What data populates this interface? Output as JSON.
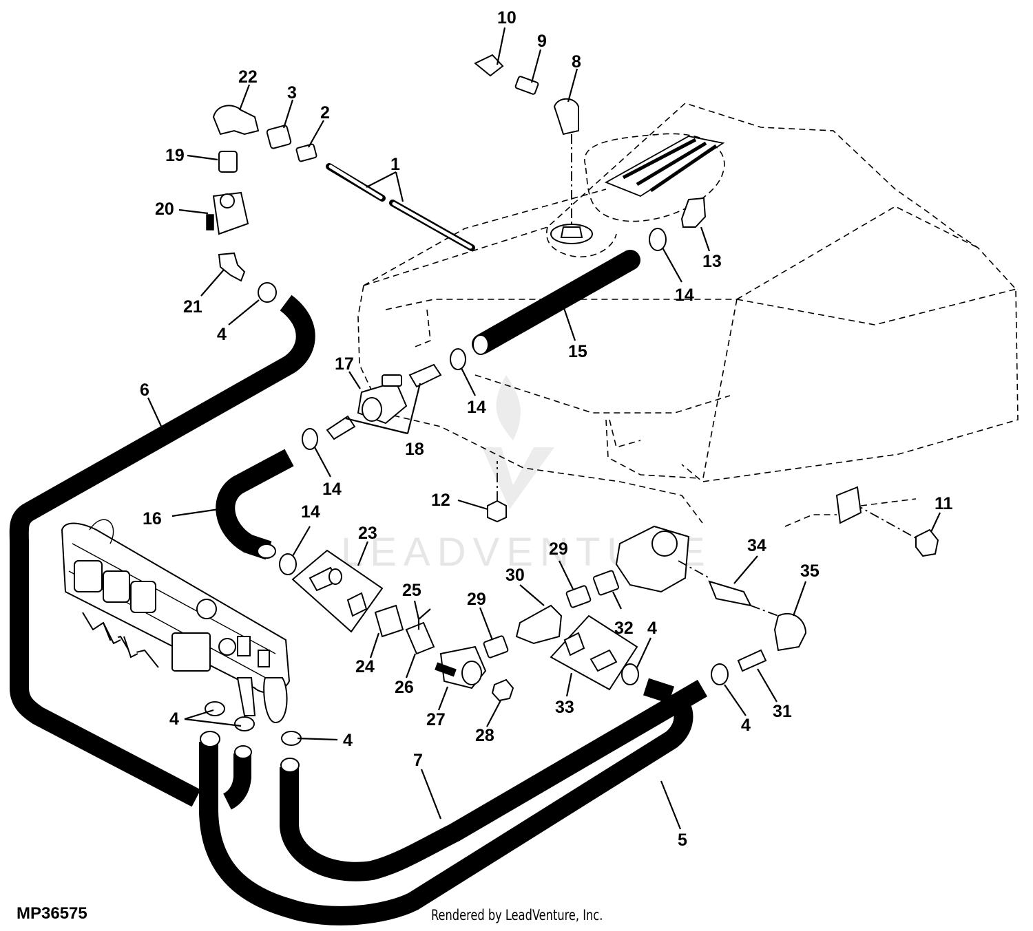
{
  "diagram": {
    "id": "MP36575",
    "credit": "Rendered by LeadVenture, Inc.",
    "watermark": "LEADVENTURE"
  },
  "callouts": [
    {
      "key": "c10",
      "label": "10"
    },
    {
      "key": "c9",
      "label": "9"
    },
    {
      "key": "c8",
      "label": "8"
    },
    {
      "key": "c22",
      "label": "22"
    },
    {
      "key": "c3",
      "label": "3"
    },
    {
      "key": "c2",
      "label": "2"
    },
    {
      "key": "c19",
      "label": "19"
    },
    {
      "key": "c1",
      "label": "1"
    },
    {
      "key": "c20",
      "label": "20"
    },
    {
      "key": "c13",
      "label": "13"
    },
    {
      "key": "c21",
      "label": "21"
    },
    {
      "key": "c14a",
      "label": "14"
    },
    {
      "key": "c4a",
      "label": "4"
    },
    {
      "key": "c15",
      "label": "15"
    },
    {
      "key": "c17",
      "label": "17"
    },
    {
      "key": "c6",
      "label": "6"
    },
    {
      "key": "c14b",
      "label": "14"
    },
    {
      "key": "c18",
      "label": "18"
    },
    {
      "key": "c14c",
      "label": "14"
    },
    {
      "key": "c12",
      "label": "12"
    },
    {
      "key": "c11",
      "label": "11"
    },
    {
      "key": "c16",
      "label": "16"
    },
    {
      "key": "c14d",
      "label": "14"
    },
    {
      "key": "c23",
      "label": "23"
    },
    {
      "key": "c29a",
      "label": "29"
    },
    {
      "key": "c34",
      "label": "34"
    },
    {
      "key": "c30",
      "label": "30"
    },
    {
      "key": "c35",
      "label": "35"
    },
    {
      "key": "c25",
      "label": "25"
    },
    {
      "key": "c29b",
      "label": "29"
    },
    {
      "key": "c32",
      "label": "32"
    },
    {
      "key": "c4b",
      "label": "4"
    },
    {
      "key": "c24",
      "label": "24"
    },
    {
      "key": "c26",
      "label": "26"
    },
    {
      "key": "c33",
      "label": "33"
    },
    {
      "key": "c31",
      "label": "31"
    },
    {
      "key": "c27",
      "label": "27"
    },
    {
      "key": "c4c",
      "label": "4"
    },
    {
      "key": "c4d",
      "label": "4"
    },
    {
      "key": "c28",
      "label": "28"
    },
    {
      "key": "c4e",
      "label": "4"
    },
    {
      "key": "c7",
      "label": "7"
    },
    {
      "key": "c5",
      "label": "5"
    }
  ]
}
